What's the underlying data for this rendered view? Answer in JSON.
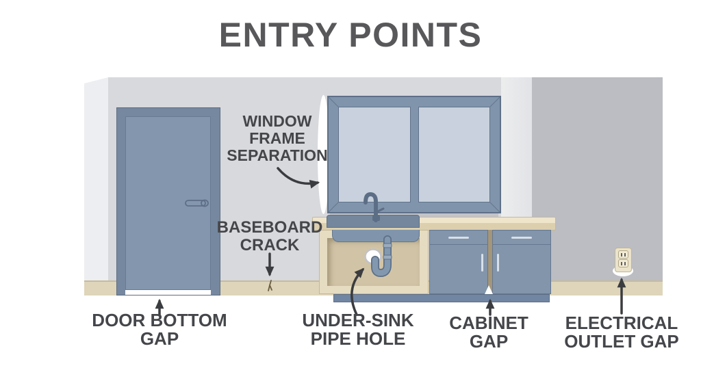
{
  "title": "ENTRY POINTS",
  "labels": {
    "window_frame_separation": {
      "lines": [
        "WINDOW",
        "FRAME",
        "SEPARATION"
      ]
    },
    "baseboard_crack": {
      "lines": [
        "BASEBOARD",
        "CRACK"
      ]
    },
    "door_bottom_gap": {
      "lines": [
        "DOOR BOTTOM",
        "GAP"
      ]
    },
    "under_sink_pipe_hole": {
      "lines": [
        "UNDER-SINK",
        "PIPE HOLE"
      ]
    },
    "cabinet_gap": {
      "lines": [
        "CABINET",
        "GAP"
      ]
    },
    "electrical_outlet_gap": {
      "lines": [
        "ELECTRICAL",
        "OUTLET GAP"
      ]
    }
  },
  "colors": {
    "title_text": "#58585b",
    "label_text": "#45464a",
    "arrow": "#3b3c3f",
    "wall_main": "#d8d9dd",
    "wall_right": "#bcbdc2",
    "baseboard": "#ded5ba",
    "door": "#8396ad",
    "door_frame": "#75889f",
    "window_frame": "#8094ab",
    "window_glass": "#c8d1dd",
    "countertop": "#efe5cb",
    "cabinet_door": "#8295ab",
    "cabinet_interior": "#d1c4a6",
    "kickplate": "#7186a2",
    "pipe": "#8298af",
    "outlet_plate": "#ebe3ca"
  }
}
